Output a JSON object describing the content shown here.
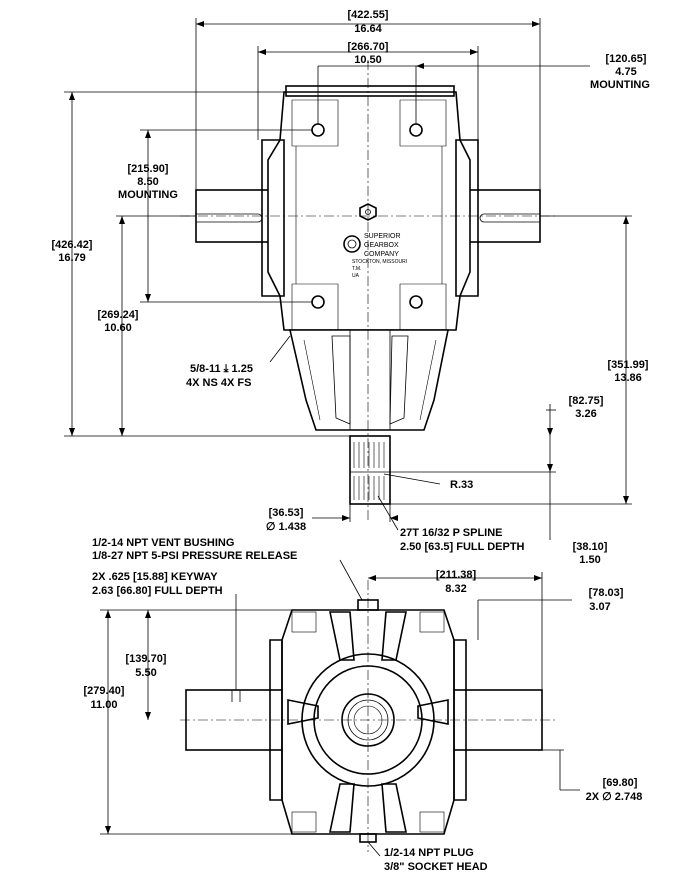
{
  "dimensions": {
    "overall_width": {
      "mm": "[422.55]",
      "in": "16.64"
    },
    "housing_width": {
      "mm": "[266.70]",
      "in": "10.50"
    },
    "mounting_right": {
      "mm": "[120.65]",
      "in": "4.75",
      "note": "MOUNTING"
    },
    "mounting_left": {
      "mm": "[215.90]",
      "in": "8.50",
      "note": "MOUNTING"
    },
    "overall_height": {
      "mm": "[426.42]",
      "in": "16.79"
    },
    "shaft_centerline": {
      "mm": "[269.24]",
      "in": "10.60"
    },
    "output_height": {
      "mm": "[351.99]",
      "in": "13.86"
    },
    "shaft_length": {
      "mm": "[82.75]",
      "in": "3.26"
    },
    "spline_radius": "R.33",
    "shaft_diameter": {
      "mm": "[36.53]",
      "in": "∅ 1.438"
    },
    "spline_end": {
      "mm": "[38.10]",
      "in": "1.50"
    },
    "bottom_width": {
      "mm": "[211.38]",
      "in": "8.32"
    },
    "bottom_offset": {
      "mm": "[78.03]",
      "in": "3.07"
    },
    "bottom_center": {
      "mm": "[139.70]",
      "in": "5.50"
    },
    "bottom_height": {
      "mm": "[279.40]",
      "in": "11.00"
    },
    "shaft_dia_bottom": {
      "mm": "[69.80]",
      "in": "2X  ∅ 2.748"
    }
  },
  "notes": {
    "tapped_holes": [
      "5/8-11 ⤓ 1.25",
      "4X NS  4X FS"
    ],
    "spline": [
      "27T 16/32 P SPLINE",
      "2.50 [63.5] FULL DEPTH"
    ],
    "vent": [
      "1/2-14 NPT VENT BUSHING",
      "1/8-27 NPT 5-PSI PRESSURE RELEASE"
    ],
    "keyway": [
      "2X .625 [15.88] KEYWAY",
      "2.63 [66.80] FULL DEPTH"
    ],
    "plug": [
      "1/2-14 NPT PLUG",
      "3/8\" SOCKET HEAD"
    ]
  },
  "logo": {
    "lines": [
      "SUPERIOR",
      "GEARBOX",
      "COMPANY"
    ],
    "small": [
      "STOCKTON, MISSOURI",
      "T.M.",
      "UA"
    ]
  }
}
